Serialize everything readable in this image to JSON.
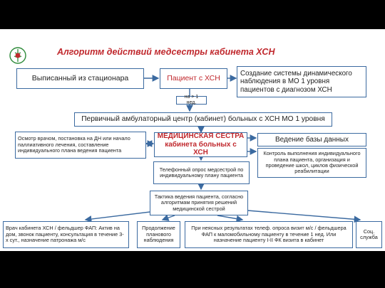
{
  "title": "Алгоритм действий медсестры кабинета ХСН",
  "colors": {
    "accent": "#c0282d",
    "border": "#3b6aa0",
    "background": "#ffffff"
  },
  "boxes": {
    "discharged": "Выписанный из стационара",
    "patient": "Пациент с ХСН",
    "system": "Создание системы динамического наблюдения в МО 1 уровня пациентов с диагнозом ХСН",
    "weeks": "на > 1 нед.",
    "center": "Первичный амбулаторный центр (кабинет) больных с ХСН МО 1 уровня",
    "exam": "Осмотр врачом, постановка на ДН или начало паллиативного лечения, составление индивидуального плана ведения пациента",
    "nurse_line1": "МЕДИЦИНСКАЯ СЕСТРА",
    "nurse_line2": "кабинета больных с ХСН",
    "database": "Ведение базы данных",
    "control": "Контроль выполнения индивидуального плана пациента, организация и проведение школ, циклов физической реабилитации",
    "phone": "Телефонный опрос медсестрой по индивидуальному плану пациента",
    "tactics": "Тактика ведения пациента, согласно алгоритмам принятия решений медицинской сестрой",
    "doctor": "Врач кабинета ХСН / фельдшер ФАП: Актив на дом, звонок пациенту, консультация в течение 3-х сут., назначение патронажа м/с",
    "continue": "Продолжение планового наблюдения",
    "unclear": "При неясных результатах телеф. опроса визит м/с / фельдшера ФАП к маломобильному пациенту в течение 1 нед. Или назначение пациенту I-II ФК визита в кабинет",
    "social": "Соц. служба"
  }
}
